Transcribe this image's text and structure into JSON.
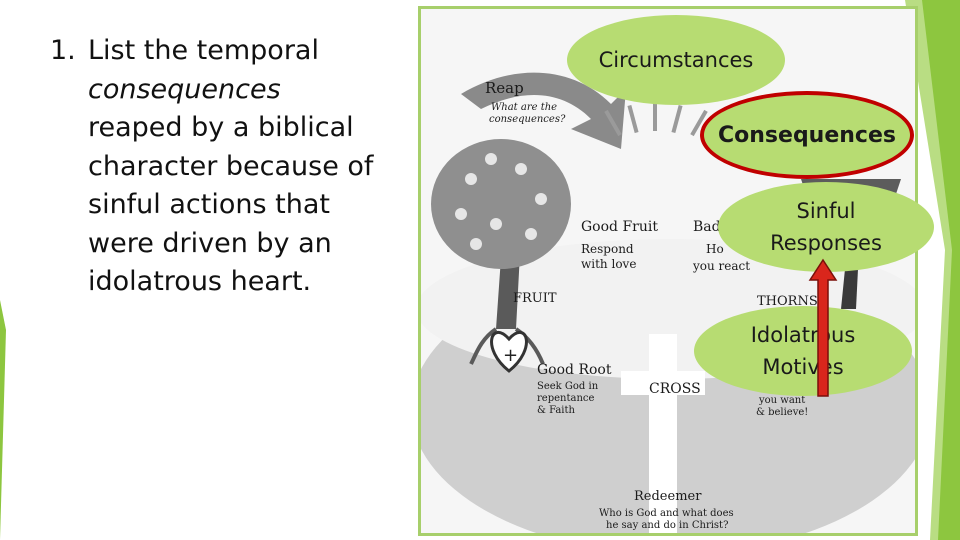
{
  "slide": {
    "item_number": "1.",
    "text_before": "List the temporal ",
    "text_italic": "consequences",
    "text_after": " reaped by a biblical character because of sinful actions that were driven by an idolatrous heart."
  },
  "diagram": {
    "reap_title": "Reap",
    "reap_question_1": "What are the",
    "reap_question_2": "consequences?",
    "good_fruit_title": "Good Fruit",
    "good_fruit_sub_1": "Respond",
    "good_fruit_sub_2": "with love",
    "bad_title": "Bad",
    "bad_sub_1": "Ho",
    "bad_sub_2": "you react",
    "fruit_label": "FRUIT",
    "thorns_label": "THORNS",
    "good_root_title": "Good Root",
    "good_root_sub_1": "Seek God in",
    "good_root_sub_2": "repentance",
    "good_root_sub_3": "& Faith",
    "cross_label": "CROSS",
    "right_sub_1": "you want",
    "right_sub_2": "& believe!",
    "redeemer_title": "Redeemer",
    "redeemer_sub_1": "Who is God and what does",
    "redeemer_sub_2": "he say and do in Christ?"
  },
  "ovals": {
    "circumstances": "Circumstances",
    "consequences": "Consequences",
    "sinful_line1": "Sinful",
    "sinful_line2": "Responses",
    "idolatrous_line1": "Idolatrous",
    "idolatrous_line2": "Motives"
  },
  "colors": {
    "accent_green": "#8dc63f",
    "oval_green": "#b7dc72",
    "highlight_red": "#c00000",
    "arrow_red": "#d9261c"
  }
}
